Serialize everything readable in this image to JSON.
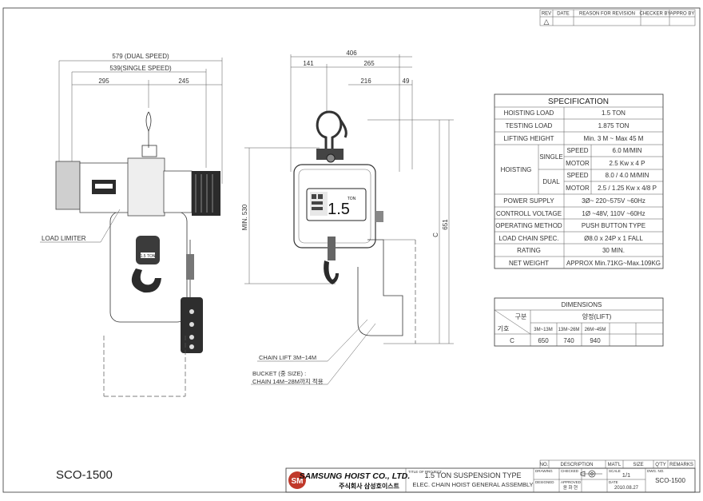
{
  "revision_table": {
    "headers": [
      "REV",
      "DATE",
      "REASON FOR REVISION",
      "CHECKER BY",
      "APPRO BY"
    ],
    "rev_mark": "△"
  },
  "front_view": {
    "dim_dual_speed": "579 (DUAL SPEED)",
    "dim_single_speed": "539(SINGLE SPEED)",
    "dim_left": "295",
    "dim_right": "245",
    "label_load_limiter": "LOAD LIMITER",
    "hook_plate": "1.5 TON"
  },
  "side_view": {
    "dim_overall_width": "406",
    "dim_left_width": "141",
    "dim_right_width": "265",
    "dim_inner_width": "216",
    "dim_offset": "49",
    "dim_min_height": "MIN. 530",
    "dim_c": "C",
    "dim_height": "651",
    "nameplate_capacity": "1.5",
    "nameplate_unit": "TON",
    "label_chain_lift": "CHAIN LIFT 3M~14M",
    "label_bucket_line1": "BUCKET (중 SIZE) :",
    "label_bucket_line2": "CHAIN 14M~28M까지 적용"
  },
  "specification": {
    "title": "SPECIFICATION",
    "hoisting_load": {
      "label": "HOISTING LOAD",
      "value": "1.5  TON"
    },
    "testing_load": {
      "label": "TESTING LOAD",
      "value": "1.875  TON"
    },
    "lifting_height": {
      "label": "LIFTING HEIGHT",
      "value": "Min. 3 M ~ Max 45 M"
    },
    "hoisting_label": "HOISTING",
    "single_label": "SINGLE",
    "dual_label": "DUAL",
    "single_speed": {
      "label": "SPEED",
      "value": "6.0  M/MIN"
    },
    "single_motor": {
      "label": "MOTOR",
      "value": "2.5 Kw x 4 P"
    },
    "dual_speed": {
      "label": "SPEED",
      "value": "8.0 / 4.0  M/MIN"
    },
    "dual_motor": {
      "label": "MOTOR",
      "value": "2.5 / 1.25 Kw x 4/8 P"
    },
    "power_supply": {
      "label": "POWER SUPPLY",
      "value": "3Ø~ 220~575V ~60Hz"
    },
    "control_voltage": {
      "label": "CONTROLL VOLTAGE",
      "value": "1Ø ~48V, 110V ~60Hz"
    },
    "operating_method": {
      "label": "OPERATING METHOD",
      "value": "PUSH BUTTON TYPE"
    },
    "load_chain_spec": {
      "label": "LOAD CHAIN SPEC.",
      "value": "Ø8.0 x 24P x 1 FALL"
    },
    "rating": {
      "label": "RATING",
      "value": "30 MIN."
    },
    "net_weight": {
      "label": "NET WEIGHT",
      "value": "APPROX  Min.71KG~Max.109KG"
    }
  },
  "dimensions": {
    "title": "DIMENSIONS",
    "diag_top": "구분",
    "diag_bottom": "기호",
    "lift_header": "양정(LIFT)",
    "columns": [
      "3M~13M",
      "13M~26M",
      "26M~45M"
    ],
    "row_symbol": "C",
    "row_values": [
      "650",
      "740",
      "940"
    ]
  },
  "drawing_code": "SCO-1500",
  "title_block": {
    "company_name": "SAMSUNG HOIST CO., LTD.",
    "company_korean": "주식회사 삼성호이스트",
    "logo_letters": "SM",
    "title_of_project_label": "TITLE OF PROJECT",
    "title_line1": "1.5 TON SUSPENSION TYPE",
    "title_line2": "ELEC. CHAIN HOIST GENERAL ASSEMBLY",
    "parts_headers": [
      "NO.",
      "DESCRIPTION",
      "MAT'L",
      "SIZE",
      "Q'TY",
      "REMARKS"
    ],
    "small_labels": [
      "DRAWING",
      "CHECKED",
      "DESIGNED",
      "APPROVED",
      "SCALE",
      "DWG. NO.",
      "DATE"
    ],
    "scale": "1/1",
    "dwg_no": "SCO-1500",
    "date": "2010.08.27",
    "approved_name": "윤 화 현"
  }
}
